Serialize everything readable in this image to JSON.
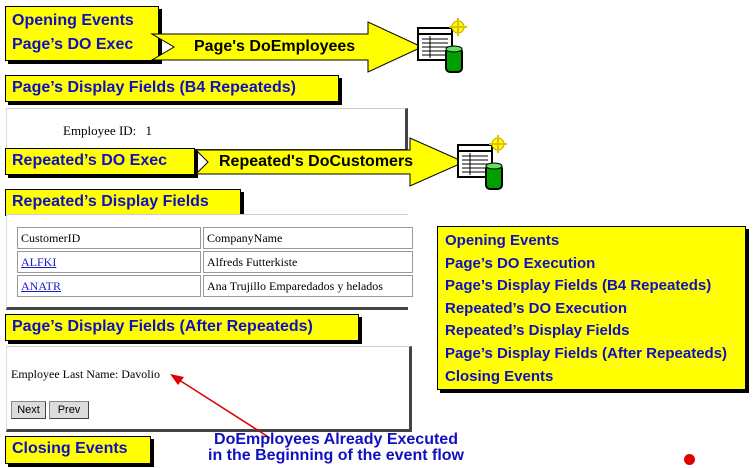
{
  "flow": {
    "opening_events": "Opening Events",
    "page_do_exec": "Page’s DO Exec",
    "page_display_fields_b4": "Page’s Display Fields (B4 Repeateds)",
    "repeated_do_exec": "Repeated’s DO Exec",
    "repeated_display_fields": "Repeated’s Display Fields",
    "page_display_fields_after": "Page’s Display Fields (After Repeateds)",
    "closing_events": "Closing Events"
  },
  "arrows": {
    "page_do": "Page's DoEmployees",
    "repeated_do": "Repeated's DoCustomers"
  },
  "page_top": {
    "employee_id_label": "Employee ID:",
    "employee_id_value": "1"
  },
  "customers_table": {
    "headers": [
      "CustomerID",
      "CompanyName"
    ],
    "rows": [
      [
        "ALFKI",
        "Alfreds Futterkiste"
      ],
      [
        "ANATR",
        "Ana Trujillo Emparedados y helados"
      ]
    ]
  },
  "page_bottom": {
    "last_name_text": "Employee Last Name: Davolio",
    "next_label": "Next",
    "prev_label": "Prev"
  },
  "legend": {
    "items": [
      "Opening Events",
      "Page’s DO Execution",
      "Page’s Display Fields (B4 Repeateds)",
      "Repeated’s DO Execution",
      "Repeated’s Display Fields",
      "Page’s Display Fields (After Repeateds)",
      "Closing Events"
    ]
  },
  "annotation": {
    "line1": "DoEmployees Already Executed",
    "line2": "in the Beginning of the event flow"
  },
  "colors": {
    "box_fill": "#ffff00",
    "box_text": "#1010c0",
    "annotation_arrow": "#e00000",
    "dot": "#e00000"
  },
  "icons": [
    "database-table-icon",
    "database-table-icon"
  ]
}
